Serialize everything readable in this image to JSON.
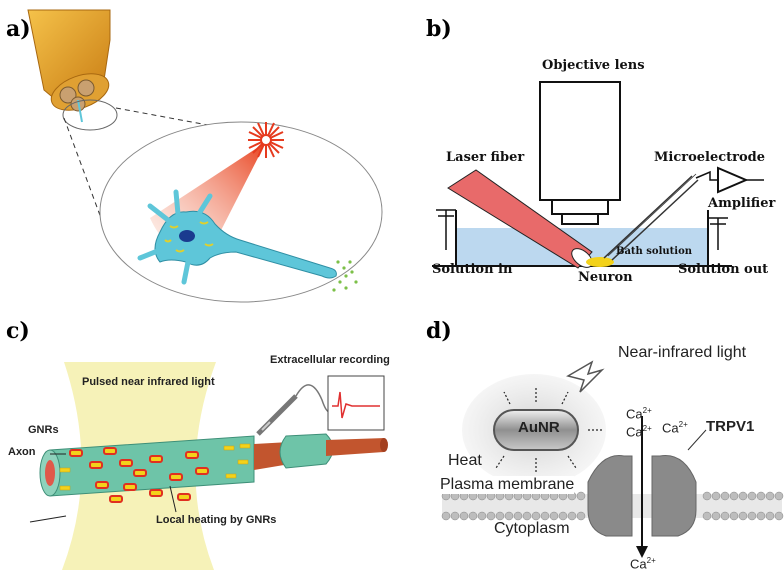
{
  "panels": {
    "a": {
      "label": "a)"
    },
    "b": {
      "label": "b)",
      "objective_lens": "Objective lens",
      "laser_fiber": "Laser fiber",
      "microelectrode": "Microelectrode",
      "amplifier": "Amplifier",
      "bath_solution": "Bath solution",
      "solution_in": "Solution in",
      "neuron": "Neuron",
      "solution_out": "Solution out"
    },
    "c": {
      "label": "c)",
      "pulsed_light": "Pulsed near infrared light",
      "extracellular": "Extracellular recording",
      "gnrs": "GNRs",
      "axon": "Axon",
      "local_heating": "Local heating by GNRs"
    },
    "d": {
      "label": "d)",
      "nir_light": "Near-infrared light",
      "aunr": "AuNR",
      "ca1": "Ca",
      "ca2": "Ca",
      "ca3": "Ca",
      "ca4": "Ca",
      "charge": "2+",
      "trpv1": "TRPV1",
      "heat": "Heat",
      "plasma_membrane": "Plasma membrane",
      "cytoplasm": "Cytoplasm"
    }
  },
  "colors": {
    "fiber_orange": "#e8a030",
    "neuron_blue": "#5ec6d9",
    "laser_red": "#e63a1e",
    "bath_blue": "#bcd8ef",
    "nir_yellow": "#f6f2b8",
    "gnr_yellow": "#f3d21a",
    "axon_green": "#5fb8a0"
  }
}
